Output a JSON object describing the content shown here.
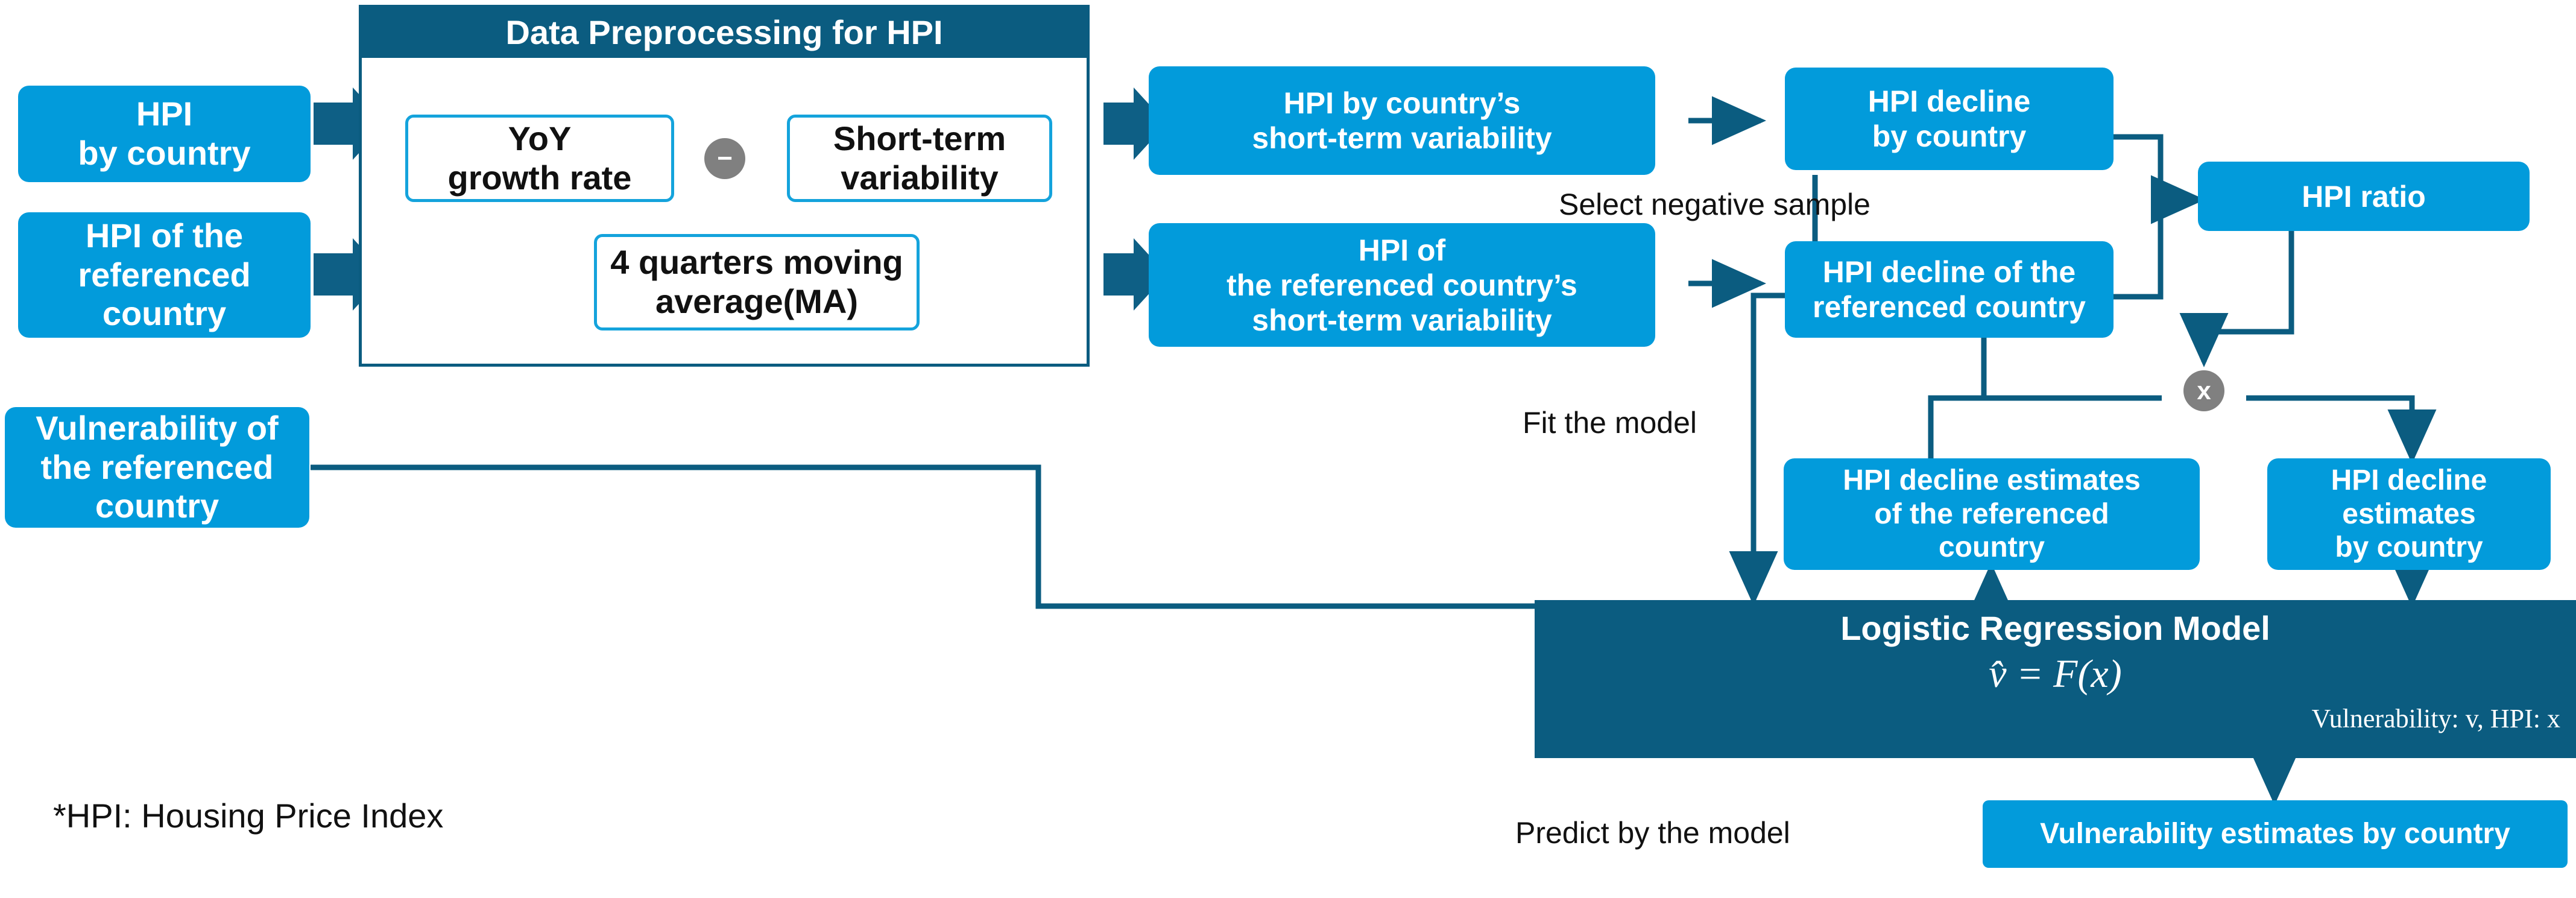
{
  "diagram": {
    "footnote": "*HPI: Housing Price Index",
    "colors": {
      "accent_blue": "#029BDB",
      "dark_teal": "#0B5C80",
      "box_outline_blue": "#14A3DC",
      "operator_gray": "#808080",
      "connector": "#0B5C80"
    },
    "panel": {
      "title": "Data Preprocessing for HPI",
      "inner_nodes": [
        {
          "id": "yoy",
          "label": "YoY\ngrowth rate"
        },
        {
          "id": "stv",
          "label": "Short-term\nvariability"
        },
        {
          "id": "ma",
          "label": "4 quarters moving\naverage(MA)"
        }
      ],
      "operator": {
        "symbol": "−",
        "name": "minus"
      }
    },
    "inputs": [
      {
        "id": "hpi-by-country",
        "label": "HPI\nby country"
      },
      {
        "id": "hpi-referenced",
        "label": "HPI of the\nreferenced\ncountry"
      },
      {
        "id": "vulnerability-ref",
        "label": "Vulnerability of\nthe referenced\ncountry"
      }
    ],
    "stage2": [
      {
        "id": "stv-country",
        "label": "HPI by country’s\nshort-term variability"
      },
      {
        "id": "stv-referenced",
        "label": "HPI of\nthe referenced  country’s\nshort-term variability"
      }
    ],
    "stage3": [
      {
        "id": "decline-country",
        "label": "HPI decline\nby country"
      },
      {
        "id": "decline-referenced",
        "label": "HPI decline of the\nreferenced  country"
      }
    ],
    "ratio": {
      "id": "hpi-ratio",
      "label": "HPI ratio"
    },
    "multiply_operator": {
      "symbol": "x",
      "name": "multiply"
    },
    "estimates": [
      {
        "id": "est-referenced",
        "label": "HPI decline estimates\nof the referenced\ncountry"
      },
      {
        "id": "est-country",
        "label": "HPI decline\nestimates\nby country"
      }
    ],
    "model": {
      "title": "Logistic Regression Model",
      "formula": "v̂ = F(x)",
      "legend": "Vulnerability: v, HPI: x"
    },
    "output": {
      "id": "vuln-estimates",
      "label": "Vulnerability estimates by country"
    },
    "edge_labels": [
      {
        "id": "select-negative-sample",
        "text": "Select negative sample"
      },
      {
        "id": "fit-the-model",
        "text": "Fit the model"
      },
      {
        "id": "predict-by-the-model",
        "text": "Predict by the model"
      }
    ]
  }
}
